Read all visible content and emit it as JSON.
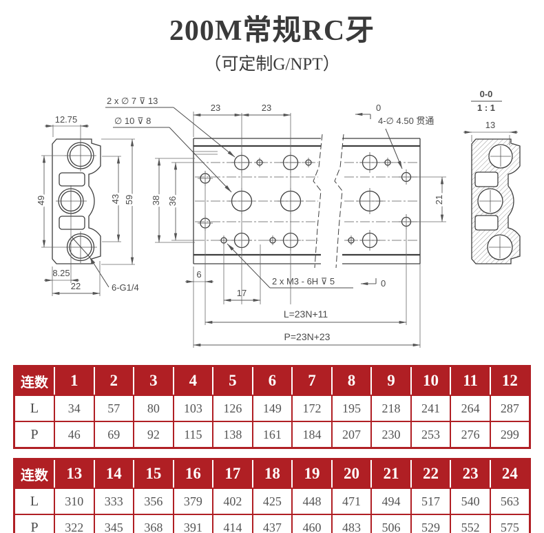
{
  "title": "200M常规RC牙",
  "subtitle": "（可定制G/NPT）",
  "colors": {
    "accent_red": "#b01f24",
    "object_line": "#3d3d3d",
    "dim_text": "#4a4a4a"
  },
  "drawing": {
    "callouts": {
      "counterbore": "2 x ∅ 7 ⊽ 13",
      "port": "∅ 10 ⊽ 8",
      "through": "4-∅ 4.50 贯通",
      "m3": "2 x M3 - 6H ⊽ 5",
      "thread_bottom": "6-G1/4"
    },
    "section": {
      "name": "0-0",
      "scale": "1 : 1"
    },
    "dims": {
      "w1275": "12.75",
      "h49": "49",
      "h43": "43",
      "h59": "59",
      "w825": "8.25",
      "w22": "22",
      "h38": "38",
      "h36": "36",
      "p23a": "23",
      "p23b": "23",
      "h21": "21",
      "w6": "6",
      "w17": "17",
      "w13": "13",
      "L": "L=23N+11",
      "P": "P=23N+23",
      "zero_top": "0",
      "zero_bottom": "0"
    }
  },
  "tables": [
    {
      "corner": "连数",
      "columns": [
        "1",
        "2",
        "3",
        "4",
        "5",
        "6",
        "7",
        "8",
        "9",
        "10",
        "11",
        "12"
      ],
      "rows": [
        {
          "label": "L",
          "values": [
            "34",
            "57",
            "80",
            "103",
            "126",
            "149",
            "172",
            "195",
            "218",
            "241",
            "264",
            "287"
          ]
        },
        {
          "label": "P",
          "values": [
            "46",
            "69",
            "92",
            "115",
            "138",
            "161",
            "184",
            "207",
            "230",
            "253",
            "276",
            "299"
          ]
        }
      ]
    },
    {
      "corner": "连数",
      "columns": [
        "13",
        "14",
        "15",
        "16",
        "17",
        "18",
        "19",
        "20",
        "21",
        "22",
        "23",
        "24"
      ],
      "rows": [
        {
          "label": "L",
          "values": [
            "310",
            "333",
            "356",
            "379",
            "402",
            "425",
            "448",
            "471",
            "494",
            "517",
            "540",
            "563"
          ]
        },
        {
          "label": "P",
          "values": [
            "322",
            "345",
            "368",
            "391",
            "414",
            "437",
            "460",
            "483",
            "506",
            "529",
            "552",
            "575"
          ]
        }
      ]
    }
  ]
}
